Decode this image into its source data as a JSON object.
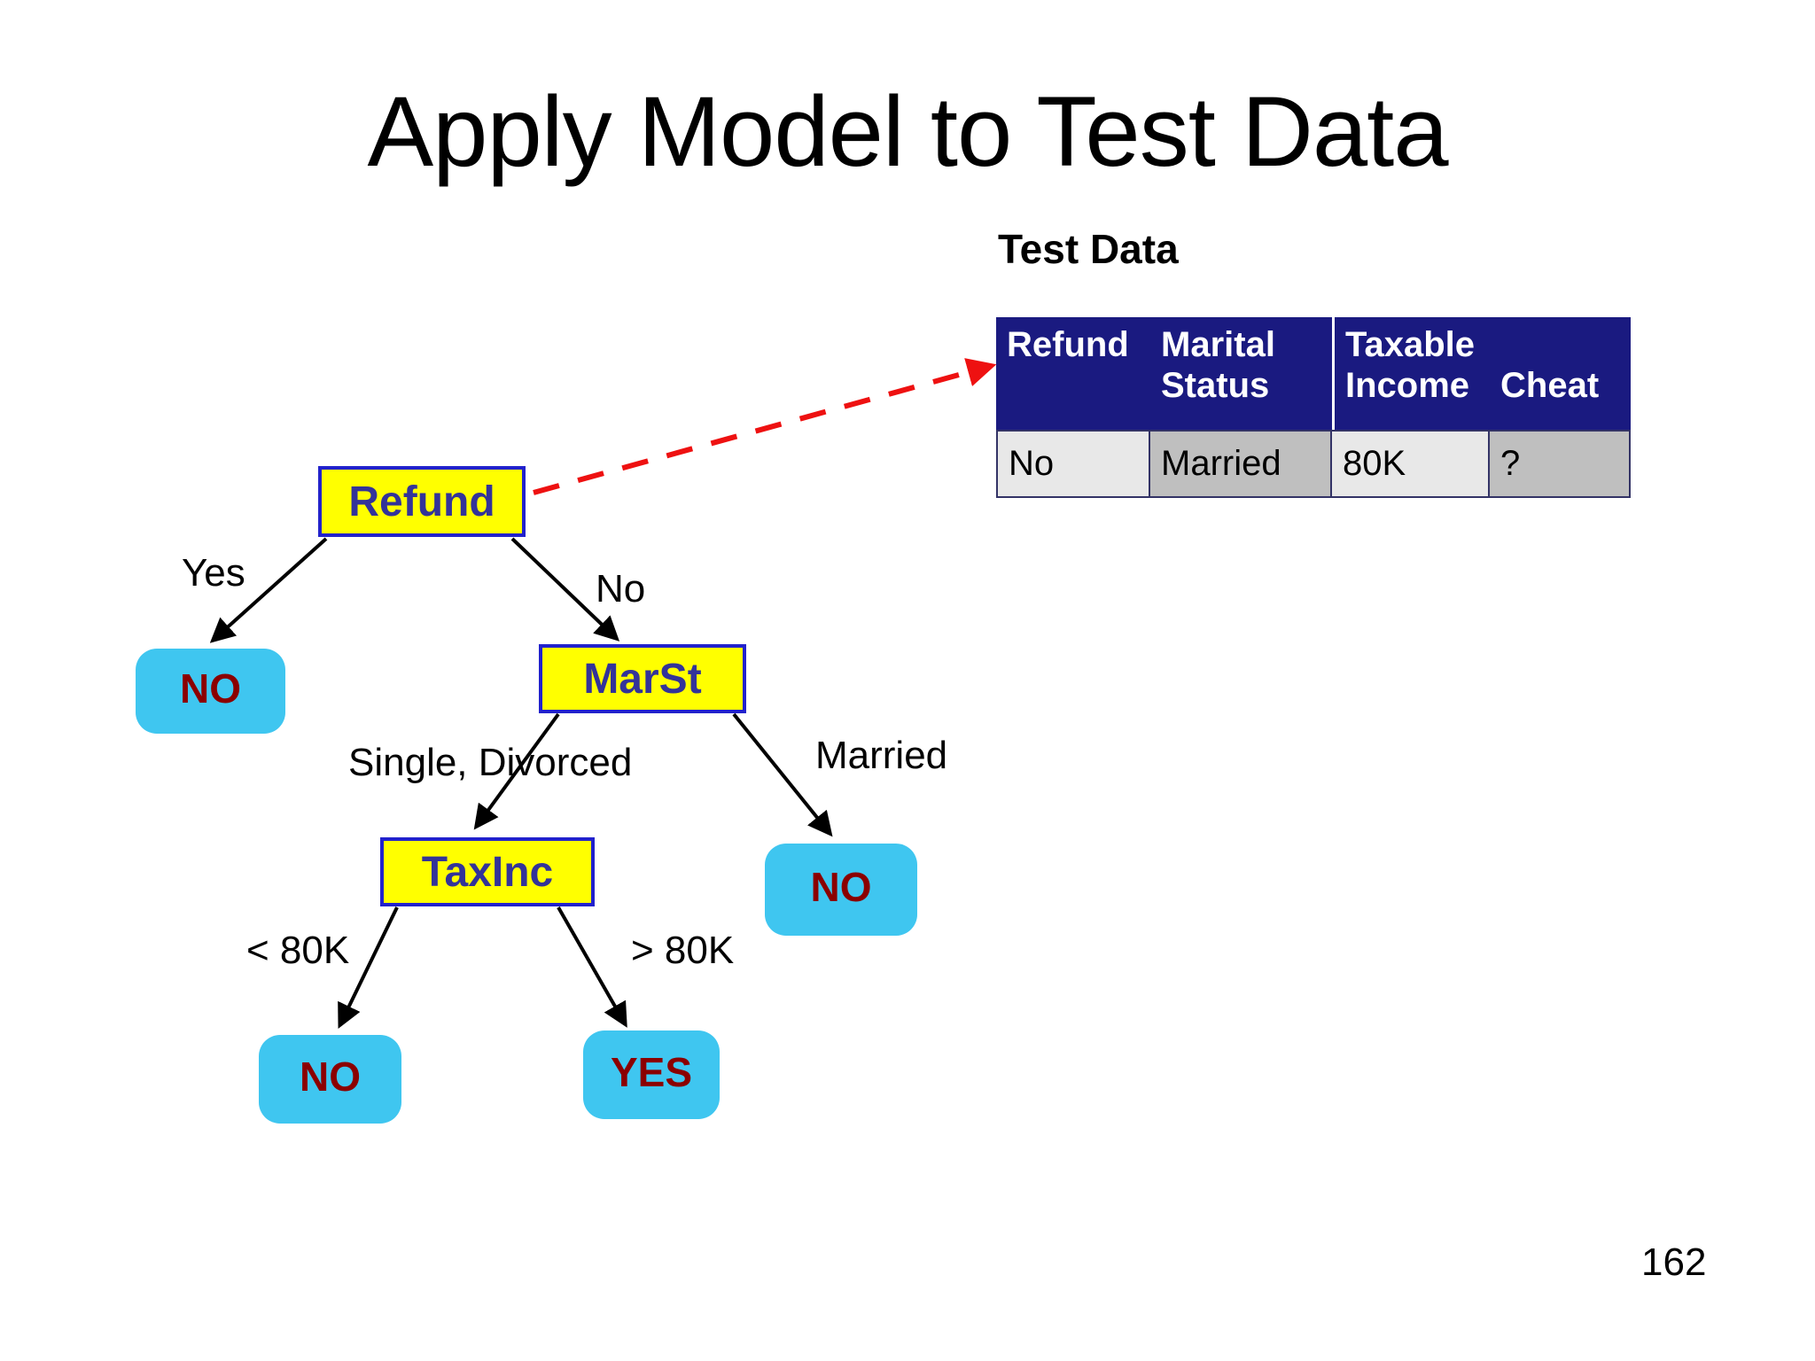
{
  "slide": {
    "title": "Apply Model to Test Data",
    "page_number": "162"
  },
  "test_data": {
    "label": "Test Data",
    "table": {
      "columns": [
        "Refund",
        "Marital Status",
        "Taxable Income",
        "Cheat"
      ],
      "rows": [
        [
          "No",
          "Married",
          "80K",
          "?"
        ]
      ]
    }
  },
  "tree": {
    "refund_label": "Refund",
    "marst_label": "MarSt",
    "taxinc_label": "TaxInc",
    "leaf_no": "NO",
    "leaf_yes": "YES",
    "edge_yes": "Yes",
    "edge_no": "No",
    "edge_single_divorced": "Single, Divorced",
    "edge_married": "Married",
    "edge_lt_80k": "< 80K",
    "edge_gt_80k": "> 80K"
  },
  "colors": {
    "node-fill": "#FFFF00",
    "node-border": "#2222CC",
    "node-text": "#333399",
    "leaf-fill": "#3FC6F0",
    "leaf-text": "#8B0000",
    "header-bg": "#1A1A80",
    "header-text": "#FFFFFF",
    "cell-light": "#E8E8E8",
    "cell-dark": "#BFBFBF",
    "cell-border": "#333366",
    "arrow-red": "#EE1111",
    "edge-black": "#000000"
  }
}
